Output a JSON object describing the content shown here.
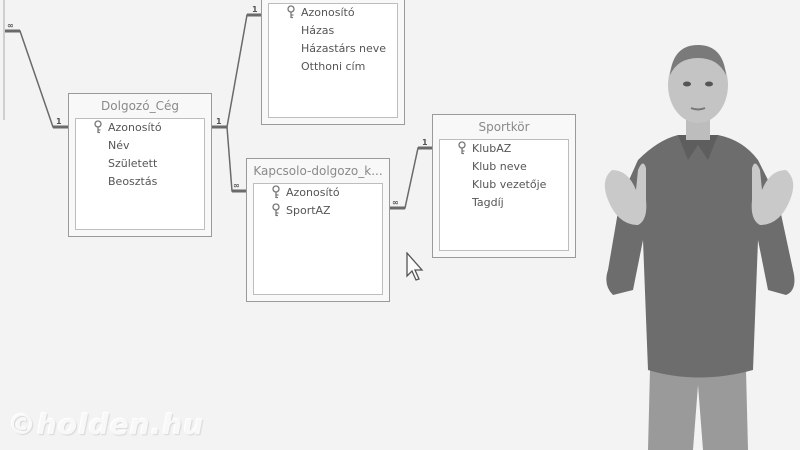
{
  "app": "Database relationships diagram (video lesson)",
  "tables": [
    {
      "id": "top",
      "title": "",
      "fields": [
        {
          "name": "Azonosító",
          "key": true
        },
        {
          "name": "Házas",
          "key": false
        },
        {
          "name": "Házastárs neve",
          "key": false
        },
        {
          "name": "Otthoni cím",
          "key": false
        }
      ]
    },
    {
      "id": "dolgozo_ceg",
      "title": "Dolgozó_Cég",
      "fields": [
        {
          "name": "Azonosító",
          "key": true
        },
        {
          "name": "Név",
          "key": false
        },
        {
          "name": "Született",
          "key": false
        },
        {
          "name": "Beosztás",
          "key": false
        }
      ]
    },
    {
      "id": "kapcsolo",
      "title": "Kapcsolo-dolgozo_k...",
      "fields": [
        {
          "name": "Azonosító",
          "key": true
        },
        {
          "name": "SportAZ",
          "key": true
        }
      ]
    },
    {
      "id": "sportkor",
      "title": "Sportkör",
      "fields": [
        {
          "name": "KlubAZ",
          "key": true
        },
        {
          "name": "Klub neve",
          "key": false
        },
        {
          "name": "Klub vezetője",
          "key": false
        },
        {
          "name": "Tagdíj",
          "key": false
        }
      ]
    }
  ],
  "relationships": [
    {
      "from": "left-offscreen",
      "to": "dolgozo_ceg",
      "from_label": "∞",
      "to_label": "1"
    },
    {
      "from": "dolgozo_ceg",
      "to": "top",
      "from_label": "1",
      "to_label": "1"
    },
    {
      "from": "dolgozo_ceg",
      "to": "kapcsolo",
      "from_label": "1",
      "to_label": "∞"
    },
    {
      "from": "kapcsolo",
      "to": "sportkor",
      "from_label": "∞",
      "to_label": "1"
    }
  ],
  "watermark": "©holden.hu",
  "colors": {
    "background": "#f3f3f3",
    "line": "#666666",
    "border": "#9a9a9a",
    "text": "#555555"
  }
}
